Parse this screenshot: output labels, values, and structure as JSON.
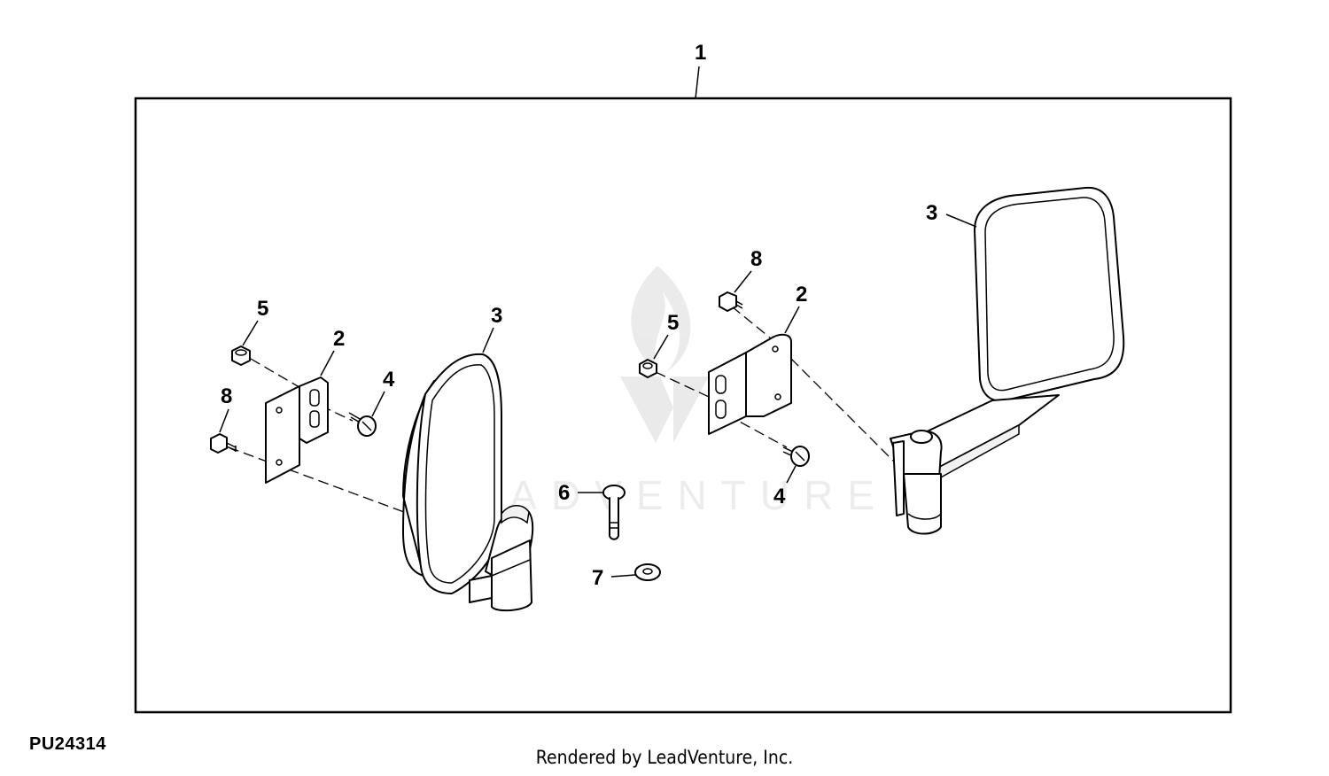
{
  "diagram": {
    "callouts": {
      "assembly": "1",
      "bracket_left": "2",
      "bracket_right": "2",
      "mirror_left": "3",
      "mirror_right": "3",
      "screw_left": "4",
      "screw_right": "4",
      "nut_left": "5",
      "nut_right": "5",
      "pin": "6",
      "washer": "7",
      "bolt_left": "8",
      "bolt_right": "8"
    },
    "watermark": "LEADVENTURE",
    "figure_id": "PU24314",
    "footer": "Rendered by LeadVenture, Inc."
  }
}
